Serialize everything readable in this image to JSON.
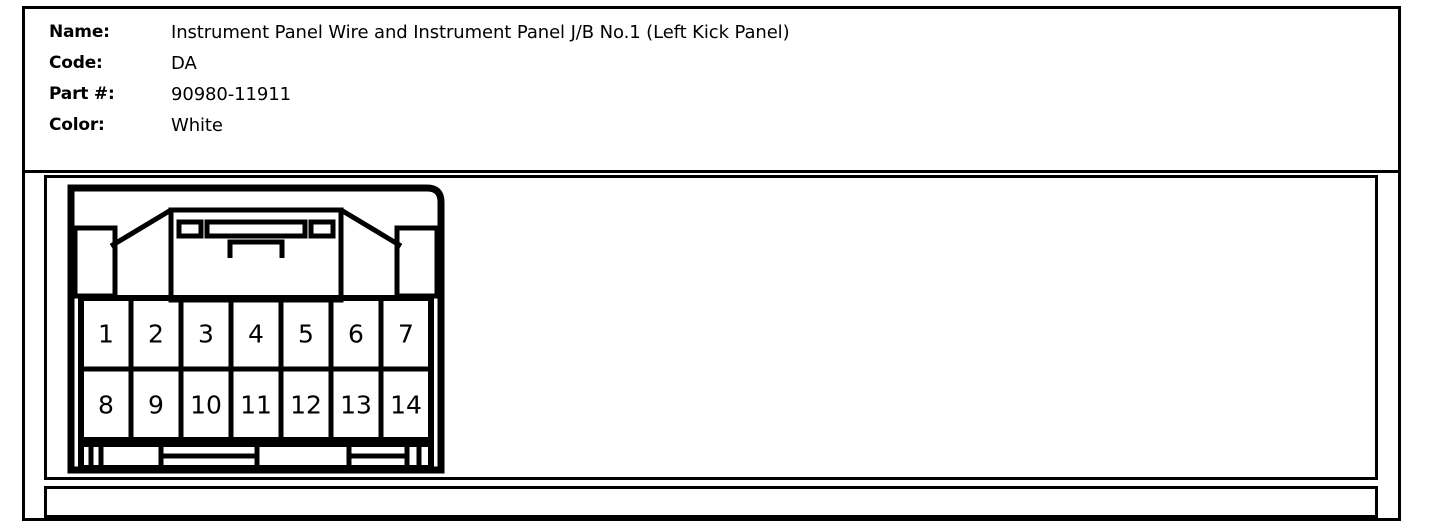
{
  "sheet": {
    "spec_rows": [
      {
        "label": "Name:",
        "value": "Instrument Panel Wire and Instrument Panel J/B No.1 (Left Kick Panel)"
      },
      {
        "label": "Code:",
        "value": "DA"
      },
      {
        "label": "Part #:",
        "value": "90980-11911"
      },
      {
        "label": "Color:",
        "value": "White"
      }
    ]
  },
  "connector": {
    "type": "rectangular-housing",
    "pin_count": 14,
    "rows": 2,
    "columns": 7,
    "top_row_pins": [
      "1",
      "2",
      "3",
      "4",
      "5",
      "6",
      "7"
    ],
    "bottom_row_pins": [
      "8",
      "9",
      "10",
      "11",
      "12",
      "13",
      "14"
    ],
    "colors": {
      "outline": "#000000",
      "fill": "#ffffff"
    }
  }
}
